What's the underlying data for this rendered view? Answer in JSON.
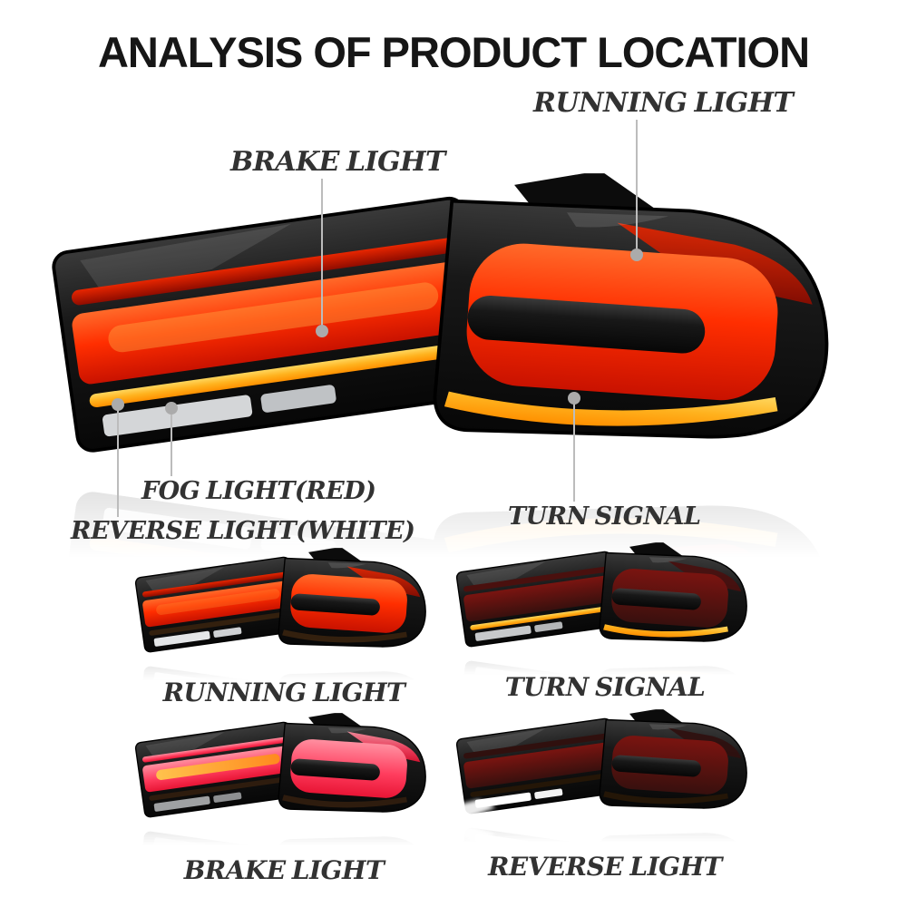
{
  "header": {
    "title": "ANALYSIS OF PRODUCT LOCATION"
  },
  "callouts": {
    "running": {
      "label": "RUNNING LIGHT"
    },
    "brake": {
      "label": "BRAKE LIGHT"
    },
    "fog": {
      "label": "FOG LIGHT(RED)"
    },
    "reverse": {
      "label": "REVERSE LIGHT(WHITE)"
    },
    "turn": {
      "label": "TURN SIGNAL"
    }
  },
  "modes": {
    "running": {
      "label": "RUNNING LIGHT"
    },
    "turn": {
      "label": "TURN SIGNAL"
    },
    "brake": {
      "label": "BRAKE LIGHT"
    },
    "reverse": {
      "label": "REVERSE LIGHT"
    }
  },
  "colors": {
    "background": "#ffffff",
    "title_text": "#161616",
    "label_text": "#323232",
    "leader_line": "#bcbcbc",
    "leader_dot": "#ababab",
    "housing_black": "#141414",
    "lamp_red": "#ff2e00",
    "lamp_amber": "#ffaa00",
    "brake_pink": "#ff3d5e",
    "reverse_white": "#ffffff"
  }
}
